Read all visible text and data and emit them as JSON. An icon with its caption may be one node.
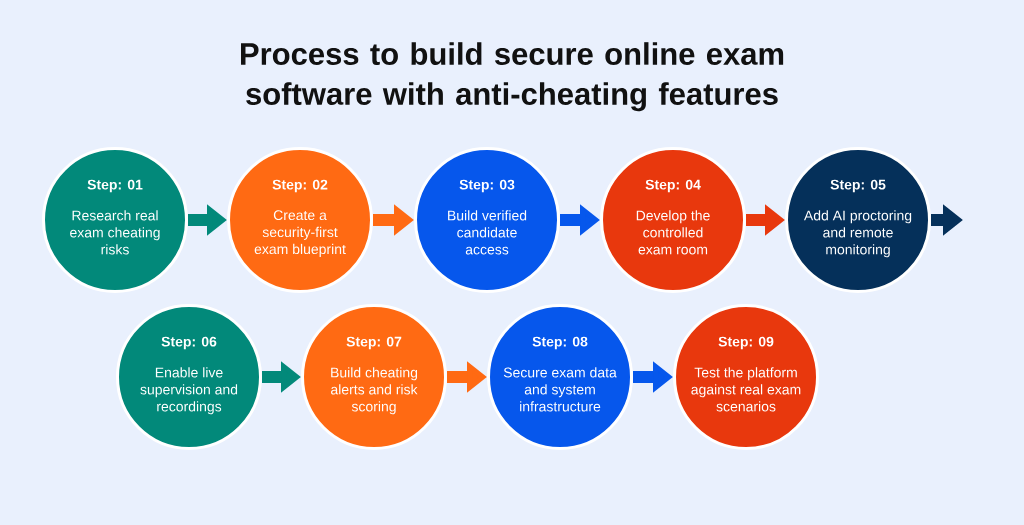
{
  "diagram": {
    "title": "Process to build secure online exam software with anti-cheating features",
    "nodes": [
      {
        "text": [
          "Step: 01",
          "Research real exam cheating risks"
        ]
      },
      {
        "text": [
          "Step: 02",
          "Create a security-first exam blueprint"
        ]
      },
      {
        "text": [
          "Step: 03",
          "Build verified candidate access"
        ]
      },
      {
        "text": [
          "Step: 04",
          "Develop the controlled exam room"
        ]
      },
      {
        "text": [
          "Step: 05",
          "Add AI proctoring and remote monitoring"
        ]
      },
      {
        "text": [
          "Step: 06",
          "Enable live supervision and recordings"
        ]
      },
      {
        "text": [
          "Step: 07",
          "Build cheating alerts and risk scoring"
        ]
      },
      {
        "text": [
          "Step: 08",
          "Secure exam data and system infrastructure"
        ]
      },
      {
        "text": [
          "Step: 09",
          "Test the platform against real exam scenarios"
        ]
      }
    ],
    "edges": [
      {
        "from": 0,
        "to": 1,
        "arrow": "to",
        "color": "#02897a"
      },
      {
        "from": 1,
        "to": 2,
        "arrow": "to",
        "color": "#ff6a13"
      },
      {
        "from": 2,
        "to": 3,
        "arrow": "to",
        "color": "#0657ec"
      },
      {
        "from": 3,
        "to": 4,
        "arrow": "to",
        "color": "#e8380d"
      },
      {
        "from": 4,
        "to": null,
        "arrow": "to",
        "color": "#05305a"
      },
      {
        "from": 5,
        "to": 6,
        "arrow": "to",
        "color": "#02897a"
      },
      {
        "from": 6,
        "to": 7,
        "arrow": "to",
        "color": "#ff6a13"
      },
      {
        "from": 7,
        "to": 8,
        "arrow": "to",
        "color": "#0657ec"
      }
    ]
  }
}
